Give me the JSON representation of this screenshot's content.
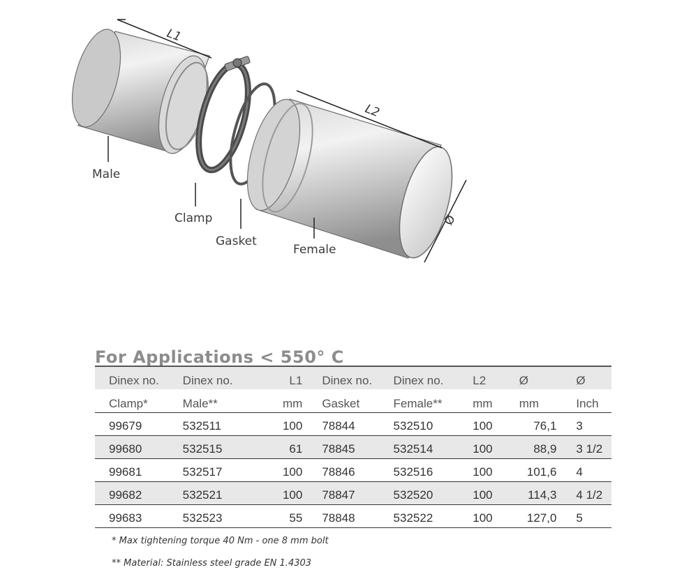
{
  "figure": {
    "labels": {
      "l1": "L1",
      "l2": "L2",
      "diameter": "Ø",
      "male": "Male",
      "clamp": "Clamp",
      "gasket": "Gasket",
      "female": "Female"
    }
  },
  "heading": "For Applications < 550° C",
  "table": {
    "header_row1": [
      "Dinex no.",
      "Dinex no.",
      "L1",
      "Dinex no.",
      "Dinex no.",
      "L2",
      "Ø",
      "Ø"
    ],
    "header_row2": [
      "Clamp*",
      "Male**",
      "mm",
      "Gasket",
      "Female**",
      "mm",
      "mm",
      "Inch"
    ],
    "rows": [
      [
        "99679",
        "532511",
        "100",
        "78844",
        "532510",
        "100",
        "76,1",
        "3"
      ],
      [
        "99680",
        "532515",
        "61",
        "78845",
        "532514",
        "100",
        "88,9",
        "3 1/2"
      ],
      [
        "99681",
        "532517",
        "100",
        "78846",
        "532516",
        "100",
        "101,6",
        "4"
      ],
      [
        "99682",
        "532521",
        "100",
        "78847",
        "532520",
        "100",
        "114,3",
        "4 1/2"
      ],
      [
        "99683",
        "532523",
        "55",
        "78848",
        "532522",
        "100",
        "127,0",
        "5"
      ]
    ]
  },
  "notes": {
    "note1": "* Max tightening torque 40 Nm - one 8 mm bolt",
    "note2": "** Material: Stainless steel grade EN 1.4303"
  }
}
